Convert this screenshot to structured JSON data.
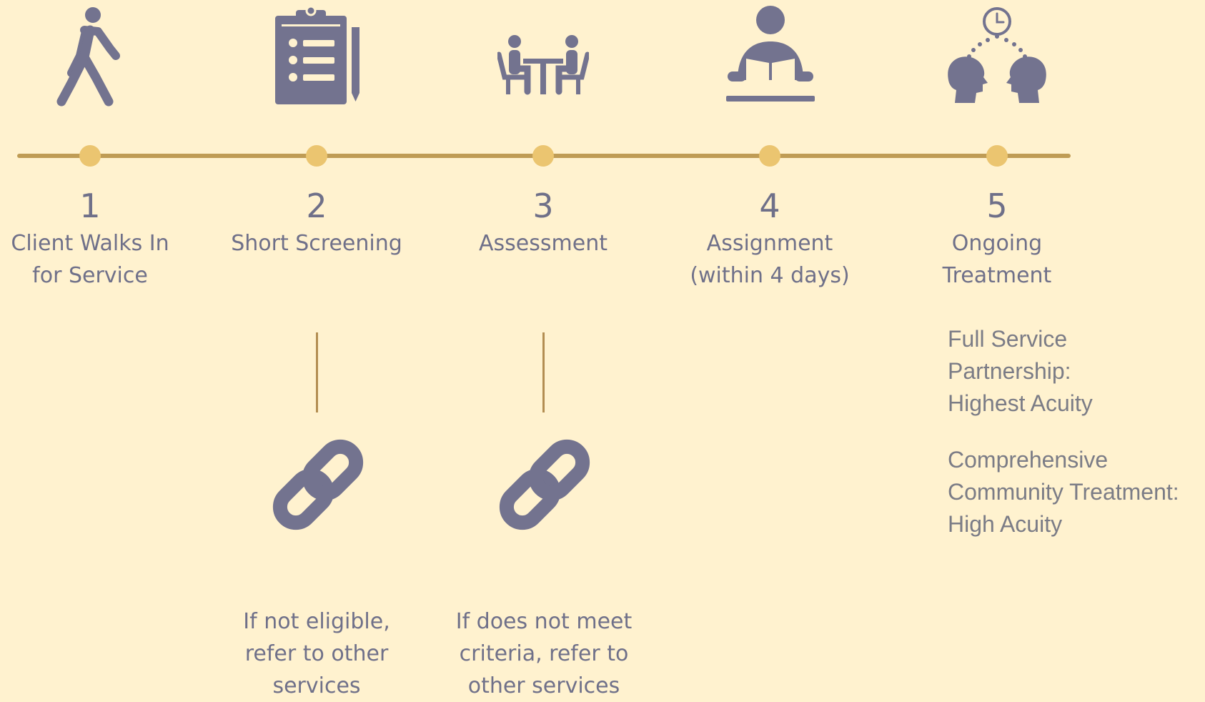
{
  "steps": [
    {
      "number": "1",
      "label": "Client Walks In for Service",
      "icon": "walking-person-icon"
    },
    {
      "number": "2",
      "label": "Short Screening",
      "icon": "clipboard-icon"
    },
    {
      "number": "3",
      "label": "Assessment",
      "icon": "meeting-table-icon"
    },
    {
      "number": "4",
      "label": "Assignment (within 4 days)",
      "icon": "person-reading-icon"
    },
    {
      "number": "5",
      "label": "Ongoing Treatment",
      "icon": "heads-clock-icon"
    }
  ],
  "referrals": [
    {
      "step": "2",
      "icon": "link-icon",
      "text": "If not eligible, refer to other services"
    },
    {
      "step": "3",
      "icon": "link-icon",
      "text": "If does not meet criteria, refer to other services"
    }
  ],
  "treatment_levels": [
    "Full Service Partnership: Highest Acuity",
    "Comprehensive Community Treatment: High Acuity"
  ],
  "colors": {
    "background": "#fff2cf",
    "icon": "#73738f",
    "timeline": "#bf9c55",
    "dot": "#ebc570",
    "text": "#6f7089",
    "side_text": "#7b7c86"
  }
}
